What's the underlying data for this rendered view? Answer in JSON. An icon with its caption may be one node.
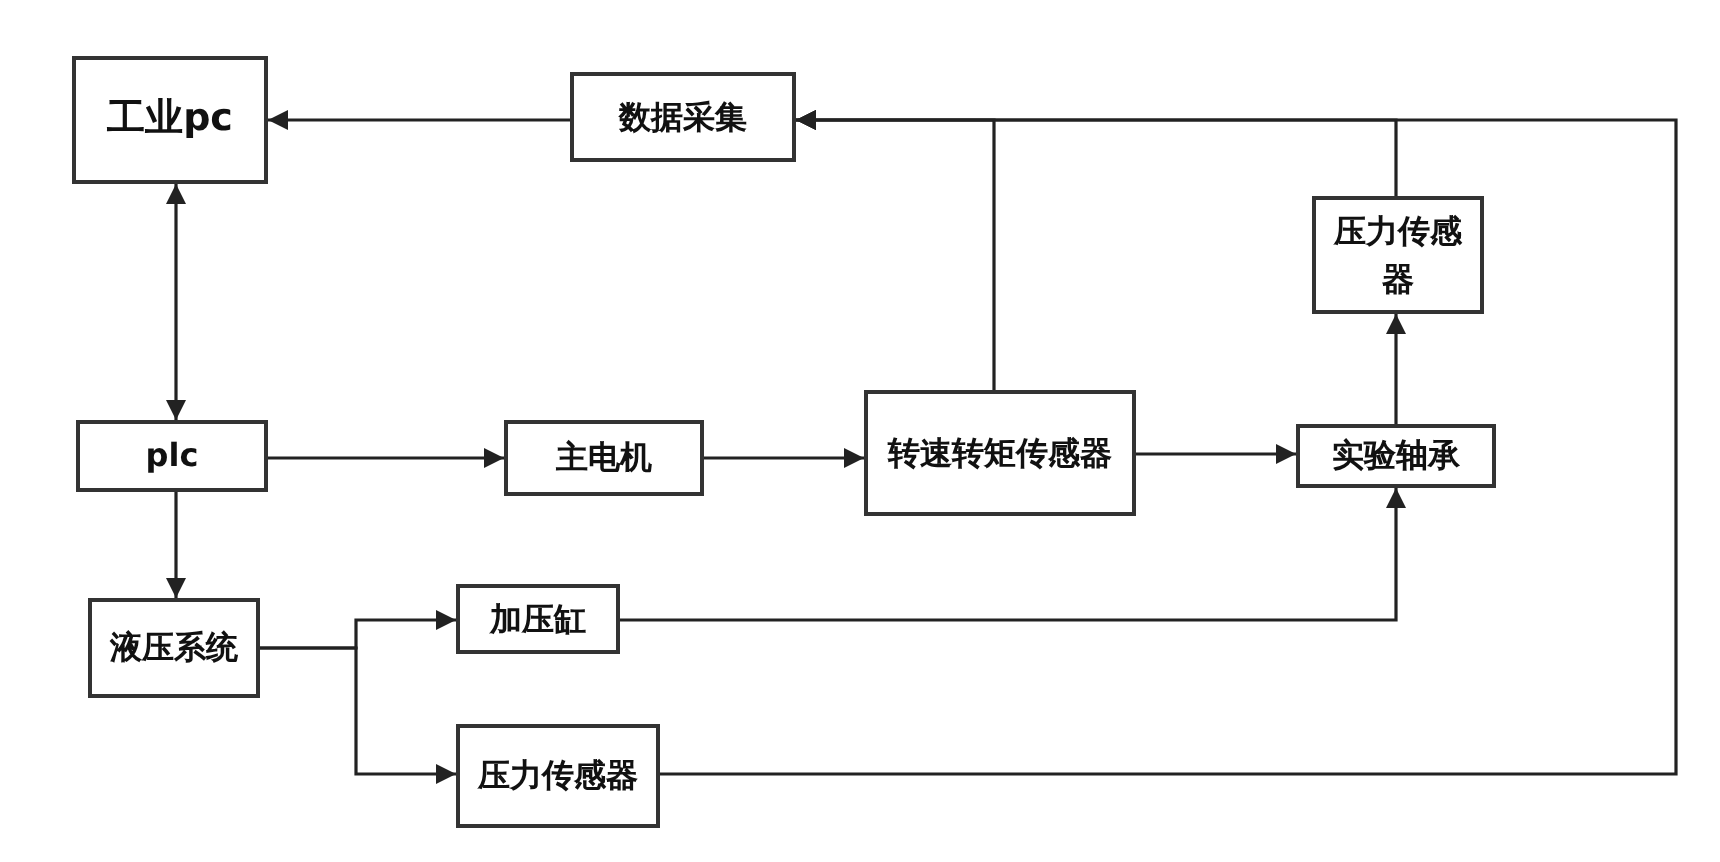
{
  "diagram": {
    "nodes": [
      {
        "text": [
          "工业pc"
        ]
      },
      {
        "text": [
          "数据采集"
        ]
      },
      {
        "text": [
          "plc"
        ]
      },
      {
        "text": [
          "主电机"
        ]
      },
      {
        "text": [
          "转速转矩传感器"
        ]
      },
      {
        "text": [
          "实验轴承"
        ]
      },
      {
        "text": [
          "压力传感器"
        ]
      },
      {
        "text": [
          "液压系统"
        ]
      },
      {
        "text": [
          "加压缸"
        ]
      },
      {
        "text": [
          "压力传感器"
        ]
      }
    ],
    "edges": [
      {
        "from": 1,
        "to": 0,
        "arrow": "to"
      },
      {
        "from": 0,
        "to": 2,
        "arrow": "both"
      },
      {
        "from": 2,
        "to": 3,
        "arrow": "to"
      },
      {
        "from": 3,
        "to": 4,
        "arrow": "to"
      },
      {
        "from": 4,
        "to": 5,
        "arrow": "to"
      },
      {
        "from": 4,
        "to": 1,
        "arrow": "to"
      },
      {
        "from": 5,
        "to": 6,
        "arrow": "to"
      },
      {
        "from": 6,
        "to": 1,
        "arrow": "to"
      },
      {
        "from": 2,
        "to": 7,
        "arrow": "to"
      },
      {
        "from": 7,
        "to": 8,
        "arrow": "to"
      },
      {
        "from": 7,
        "to": 9,
        "arrow": "to"
      },
      {
        "from": 8,
        "to": 5,
        "arrow": "to"
      },
      {
        "from": 9,
        "to": 1,
        "arrow": "to"
      }
    ]
  }
}
